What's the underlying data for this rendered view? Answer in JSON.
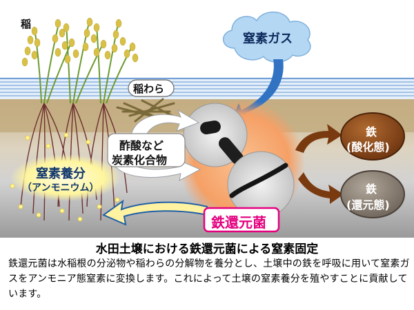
{
  "labels": {
    "rice": "稲",
    "nitrogen_gas": "窒素ガス",
    "straw": "稲わら",
    "organic_line1": "酢酸など",
    "organic_line2": "炭素化合物",
    "nutrient_line1": "窒素養分",
    "nutrient_line2": "（アンモニウム）",
    "iron_oxidized_line1": "鉄",
    "iron_oxidized_line2": "(酸化態)",
    "iron_reduced_line1": "鉄",
    "iron_reduced_line2": "(還元態)",
    "bacteria": "鉄還元菌"
  },
  "caption": {
    "title": "水田土壌における鉄還元菌による窒素固定",
    "body": "鉄還元菌は水稲根の分泌物や稲わらの分解物を養分とし、土壌中の鉄を呼吸に用いて窒素ガスをアンモニア態窒素に変換します。これによって土壌の窒素養分を殖やすことに貢献しています。"
  },
  "colors": {
    "water_light": "#dbe9f7",
    "water_line": "#5a8fd0",
    "soil_top": "#c9b48e",
    "soil_mid": "#d6cdb9",
    "soil_bottom": "#9e9e9e",
    "cloud": "#aed3f1",
    "arrow_blue": "#2b6fbf",
    "nutrient_glow": "#fff59d",
    "iron_oxidized": "#8b4513",
    "iron_reduced": "#8a7a6a",
    "bacteria_glow": "#f4a36a",
    "bacteria_label": "#e4007f",
    "grain": "#d8c24a",
    "root": "#6b2f2f"
  }
}
